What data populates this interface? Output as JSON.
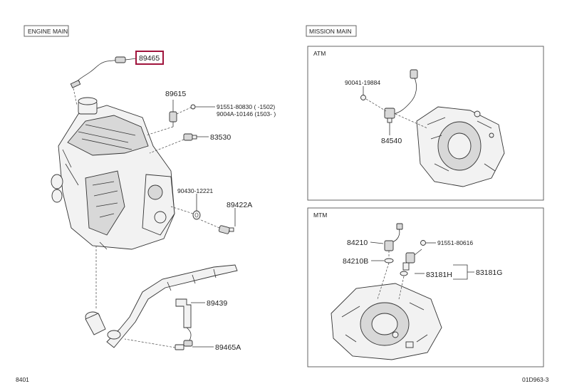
{
  "sections": {
    "engine": "ENGINE MAIN",
    "mission": "MISSION MAIN",
    "atm": "ATM",
    "mtm": "MTM"
  },
  "parts": {
    "p89465": "89465",
    "p89615": "89615",
    "p91551_80830": "91551-80830 (     -1502)",
    "p9004a_10146": "9004A-10146 (1503-     )",
    "p83530": "83530",
    "p90430": "90430-12221",
    "p89422a": "89422A",
    "p89439": "89439",
    "p89465a": "89465A",
    "p90041": "90041-19884",
    "p84540": "84540",
    "p84210": "84210",
    "p84210b": "84210B",
    "p91551_80616": "91551-80616",
    "p83181h": "83181H",
    "p83181g": "83181G"
  },
  "footer": {
    "left": "8401",
    "right": "01D963-3"
  },
  "highlight_color": "#a0143c"
}
